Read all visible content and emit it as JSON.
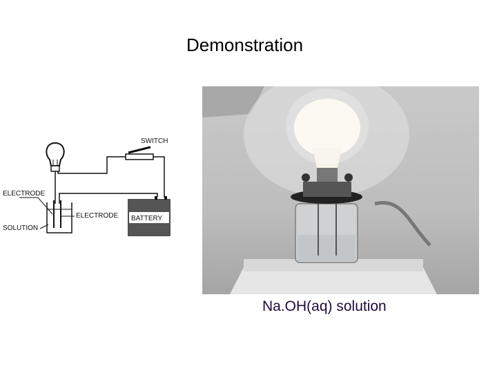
{
  "slide": {
    "title": "Demonstration",
    "caption": "Na.OH(aq) solution"
  },
  "diagram": {
    "labels": {
      "switch": "SWITCH",
      "electrode_left": "ELECTRODE",
      "electrode_right": "ELECTRODE",
      "battery": "BATTERY",
      "solution": "SOLUTION"
    }
  },
  "colors": {
    "caption": "#1d0b3a",
    "title": "#000000"
  }
}
